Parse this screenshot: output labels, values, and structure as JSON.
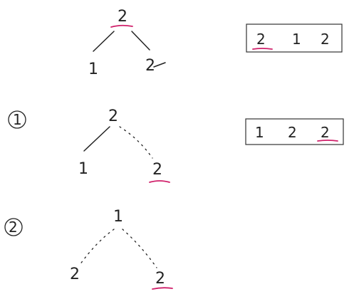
{
  "colors": {
    "ink": "#222222",
    "highlight": "#d0206a"
  },
  "step_labels": [
    "1",
    "2"
  ],
  "tree_top": {
    "root": "2",
    "left": "1",
    "right": "2"
  },
  "tree_step1": {
    "root": "2",
    "left": "1",
    "right": "2"
  },
  "tree_step2": {
    "root": "1",
    "left": "2",
    "right": "2"
  },
  "array_top": [
    "2",
    "1",
    "2"
  ],
  "array_step1": [
    "1",
    "2",
    "2"
  ]
}
